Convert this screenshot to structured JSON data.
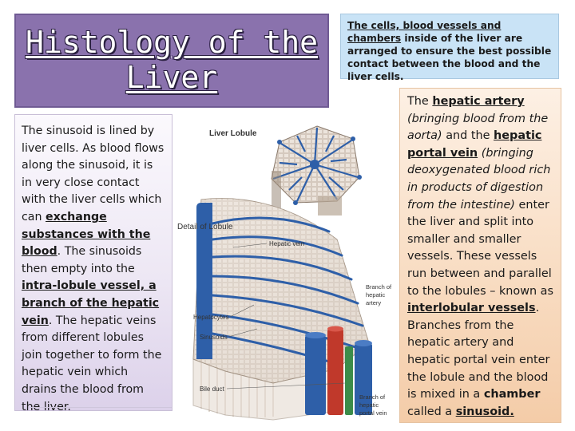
{
  "title": "Histology of the Liver",
  "left_text": {
    "p1": "The sinusoid is lined by liver cells. As blood flows along the sinusoid, it is in very close contact with the liver cells which can ",
    "u1": "exchange substances with the blood",
    "p2": ". The sinusoids then empty into the ",
    "u2": "intra-lobule vessel, a branch of the hepatic vein",
    "p3": ". The hepatic veins from different lobules join together to form the hepatic vein which drains the blood from the liver."
  },
  "top_right_text": {
    "line1": "The cells, blood vessels and chambers",
    "rest": " inside of the liver are arranged to ensure the best possible contact between the blood and the liver cells."
  },
  "right_text": {
    "s1": "The ",
    "u1": "hepatic artery",
    "i1": " (bringing blood from the aorta)",
    "s2": " and the ",
    "u2": "hepatic portal vein",
    "i2": " (bringing deoxygenated blood rich in products of digestion from the intestine)",
    "s3": " enter the liver and split into smaller and smaller vessels. These vessels run between and parallel to the lobules – known as ",
    "u3": "interlobular vessels",
    "s4": ". Branches from the hepatic artery and hepatic portal vein enter the lobule and the blood is mixed in a ",
    "b1": "chamber",
    "s5": " called a ",
    "u4": "sinusoid."
  },
  "diagram_labels": {
    "liver_lobule": "Liver Lobule",
    "detail_of_lobule": "Detail of Lobule",
    "hepatic_vein": "Hepatic vein",
    "hepatocytes": "Hepatocytes",
    "sinusoids": "Sinusoids",
    "bile_duct": "Bile duct",
    "branch_hepatic_artery": [
      "Branch of",
      "hepatic",
      "artery"
    ],
    "branch_portal_vein": [
      "Branch of",
      "hepatic",
      "portal vein"
    ]
  },
  "colors": {
    "title_bg": "#8a72ad",
    "vein_blue": "#2e5fa8",
    "artery_red": "#c0392b",
    "bile_green": "#3c8c4a"
  }
}
